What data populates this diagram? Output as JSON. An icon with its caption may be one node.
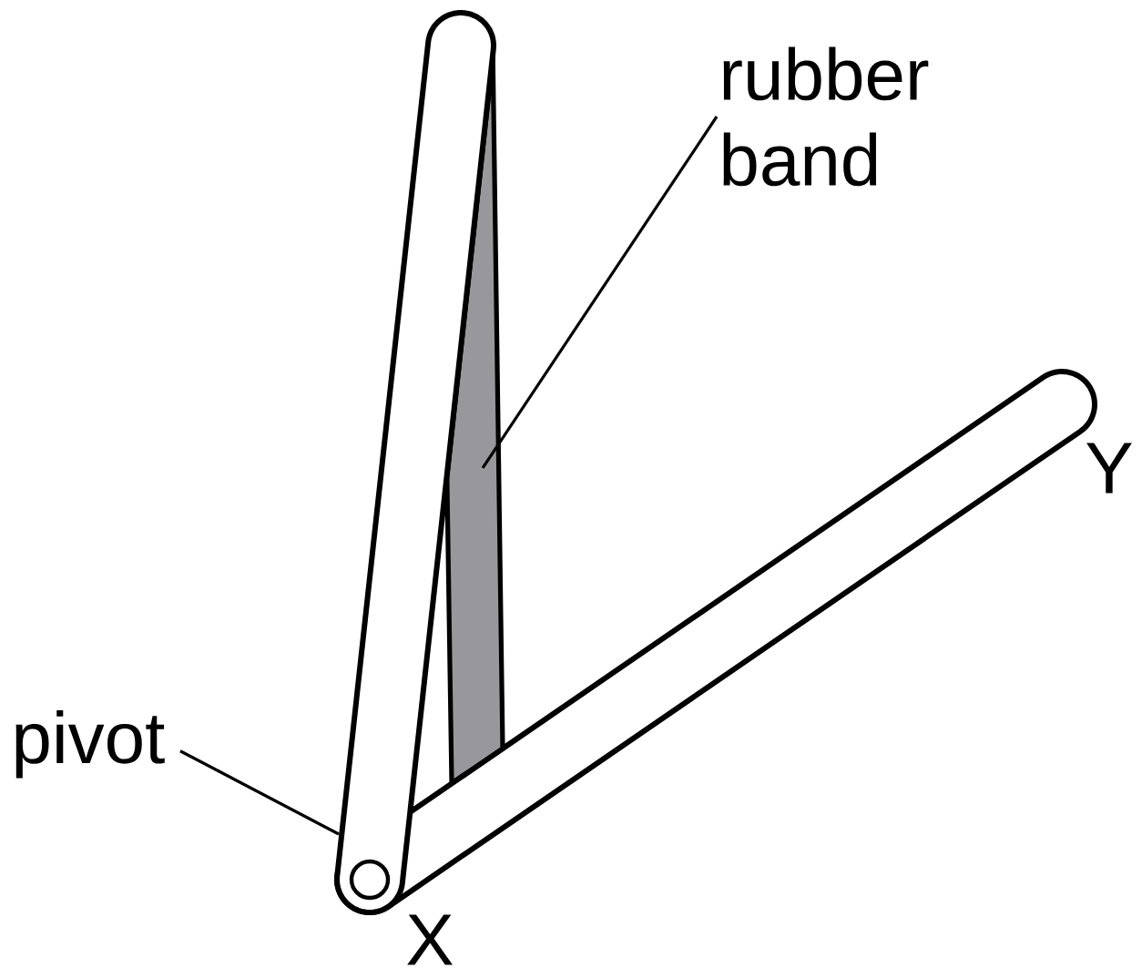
{
  "diagram": {
    "nodes": [
      {
        "text": [
          "rubber band"
        ]
      },
      {
        "text": [
          "pivot"
        ]
      }
    ],
    "edges": [
      {
        "from": 0,
        "to": null,
        "arrow": "none"
      },
      {
        "from": 1,
        "to": null,
        "arrow": "none"
      }
    ],
    "labels": [
      "Y",
      "X"
    ]
  }
}
